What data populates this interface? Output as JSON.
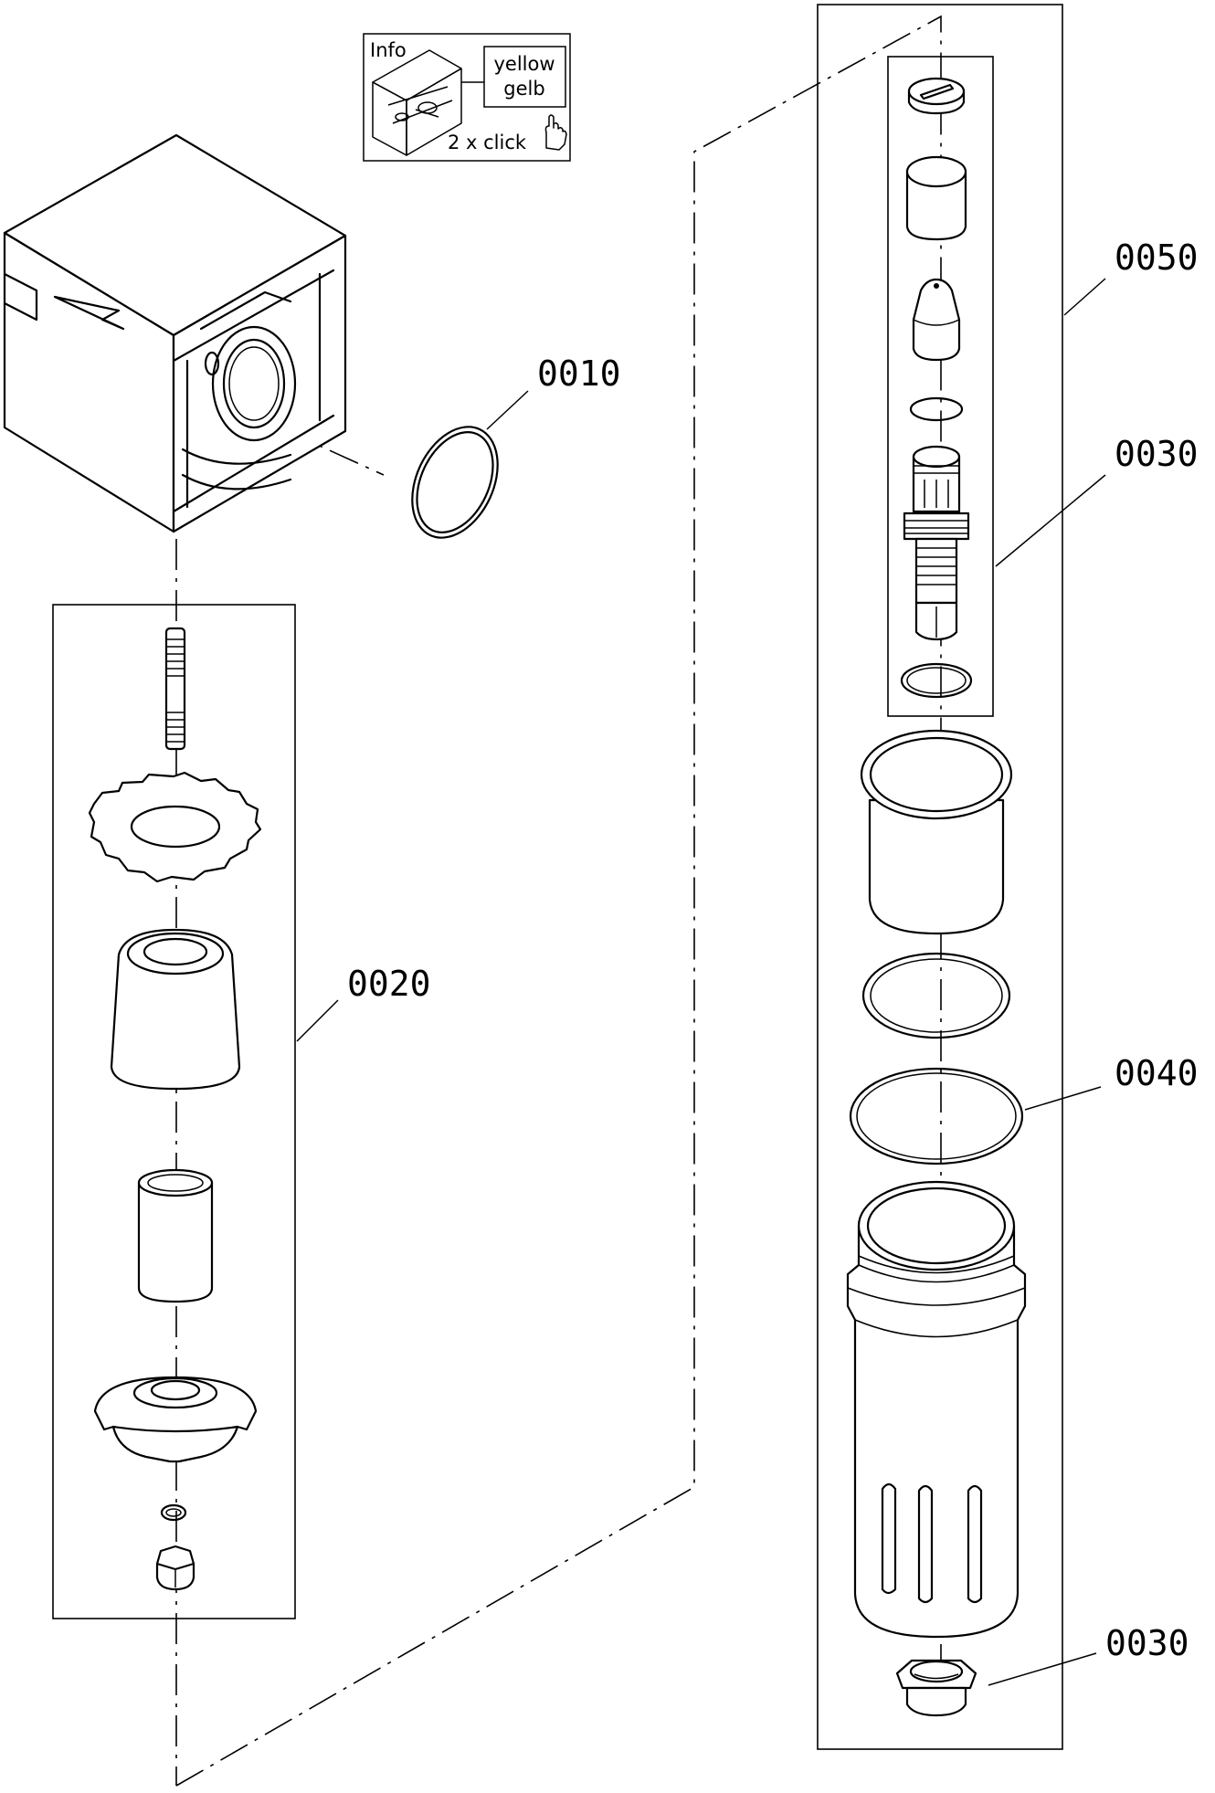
{
  "info_box": {
    "title": "Info",
    "color_en": "yellow",
    "color_de": "gelb",
    "hint": "2 x click",
    "icon": "hand-pointer-icon"
  },
  "callouts": {
    "body_ring": "0010",
    "left_kit": "0020",
    "right_kit": "0050",
    "valve_insert": "0030",
    "seals": "0040",
    "drain_nut": "0030"
  }
}
